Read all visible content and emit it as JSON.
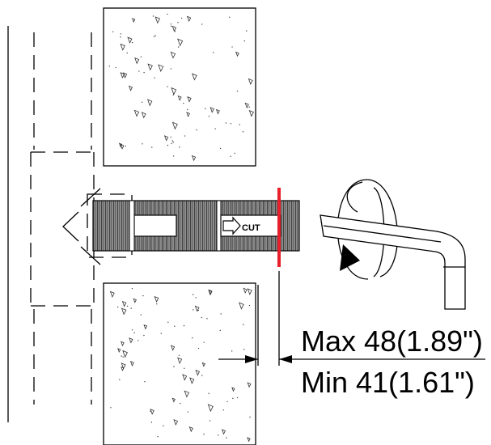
{
  "cut_label": "CUT",
  "dimensions": {
    "max": "Max 48(1.89\")",
    "min": "Min 41(1.61\")"
  },
  "colors": {
    "line": "#000000",
    "cut_marker": "#e8202a",
    "concrete_fill": "#ffffff",
    "bolt_fill": "#7a7a7a"
  },
  "icons": [
    "concrete-block-icon",
    "threaded-rod-icon",
    "hex-key-icon",
    "rotation-arrow-icon",
    "cut-arrow-icon"
  ]
}
